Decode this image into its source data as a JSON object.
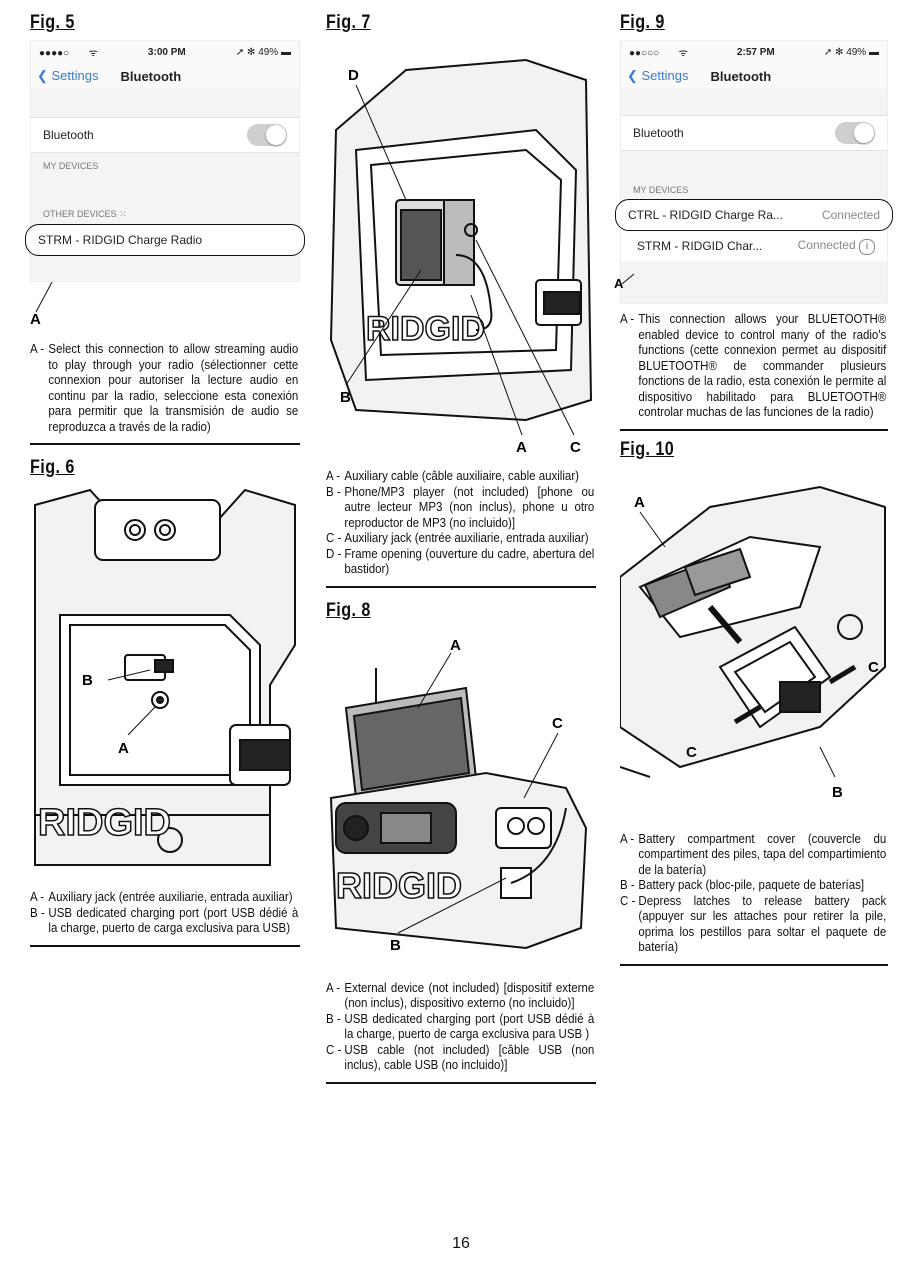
{
  "page_number": "16",
  "fig5": {
    "title": "Fig. 5",
    "status_time": "3:00 PM",
    "status_battery": "49%",
    "nav_back": "Settings",
    "nav_title": "Bluetooth",
    "bt_label": "Bluetooth",
    "my_devices": "MY DEVICES",
    "other_devices": "OTHER DEVICES",
    "device": "STRM - RIDGID Charge Radio",
    "callout": "A",
    "caption": [
      {
        "label": "A -",
        "text": "Select this connection to allow streaming audio to play through your radio (sélectionner cette connexion pour autoriser la lecture audio en continu par la radio, seleccione esta conexión para permitir que la transmisión de audio se reproduzca a través de la radio)"
      }
    ]
  },
  "fig6": {
    "title": "Fig. 6",
    "brand": "RIDGID",
    "callouts": [
      "A",
      "B"
    ],
    "caption": [
      {
        "label": "A -",
        "text": "Auxiliary jack (entrée auxiliarie, entrada auxiliar)"
      },
      {
        "label": "B -",
        "text": "USB dedicated charging port (port USB dédié à la charge, puerto de carga exclusiva para USB)"
      }
    ]
  },
  "fig7": {
    "title": "Fig. 7",
    "brand": "RIDGID",
    "callouts": [
      "D",
      "B",
      "A",
      "C"
    ],
    "caption": [
      {
        "label": "A -",
        "text": "Auxiliary cable (câble auxiliaire, cable auxiliar)"
      },
      {
        "label": "B -",
        "text": "Phone/MP3 player (not included) [phone ou autre lecteur MP3 (non inclus), phone u otro reproductor de MP3 (no incluido)]"
      },
      {
        "label": "C -",
        "text": "Auxiliary jack (entrée auxiliarie, entrada auxiliar)"
      },
      {
        "label": "D -",
        "text": "Frame opening (ouverture du cadre, abertura del bastidor)"
      }
    ]
  },
  "fig8": {
    "title": "Fig. 8",
    "brand": "RIDGID",
    "callouts": [
      "A",
      "C",
      "B"
    ],
    "caption": [
      {
        "label": "A -",
        "text": "External device (not included) [dispositif externe (non inclus), dispositivo externo (no incluido)]"
      },
      {
        "label": "B -",
        "text": "USB dedicated charging port (port USB dédié à la charge, puerto de carga exclusiva para USB )"
      },
      {
        "label": "C -",
        "text": "USB cable (not included) [câble USB (non inclus), cable USB (no incluido)]"
      }
    ]
  },
  "fig9": {
    "title": "Fig. 9",
    "status_time": "2:57 PM",
    "status_battery": "49%",
    "nav_back": "Settings",
    "nav_title": "Bluetooth",
    "bt_label": "Bluetooth",
    "my_devices": "MY DEVICES",
    "device1": "CTRL - RIDGID Charge Ra...",
    "device1_status": "Connected",
    "device2": "STRM - RIDGID Char...",
    "device2_status": "Connected",
    "callout": "A",
    "caption": [
      {
        "label": "A -",
        "text": "This connection allows your BLUETOOTH® enabled device to control many of the radio's functions (cette connexion permet au dispositif BLUETOOTH® de commander plusieurs fonctions de la radio, esta conexión le permite al dispositivo habilitado para BLUETOOTH® controlar muchas de las funciones de la radio)"
      }
    ]
  },
  "fig10": {
    "title": "Fig. 10",
    "callouts": [
      "A",
      "C",
      "C",
      "B"
    ],
    "caption": [
      {
        "label": "A -",
        "text": "Battery compartment cover (couvercle du compartiment des piles, tapa del compartimiento de la batería)"
      },
      {
        "label": "B -",
        "text": "Battery pack (bloc-pile, paquete de baterías]"
      },
      {
        "label": "C -",
        "text": "Depress latches to release battery pack (appuyer sur les attaches pour retirer la pile, oprima los pestillos para soltar el paquete de batería)"
      }
    ]
  }
}
